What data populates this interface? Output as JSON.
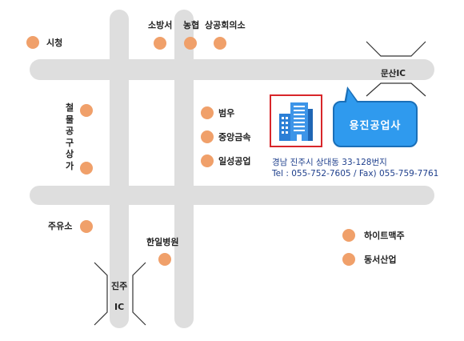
{
  "colors": {
    "road": "#dedede",
    "dot": "#f0a06a",
    "bubble": "#2f9aee",
    "frame": "#d8262a",
    "address": "#1e3f8c"
  },
  "landmarks": {
    "city_hall": "시청",
    "fire_station": "소방서",
    "nonghyup": "농협",
    "chamber": "상공회의소",
    "beomwoo": "범우",
    "jungang": "중앙금속",
    "ilseong": "일성공업",
    "gas_station": "주유소",
    "hanil": "한일병원",
    "hite": "하이트맥주",
    "dongseo": "동서산업",
    "hardware_street": "철물공구상가"
  },
  "ic": {
    "munsan": "문산IC",
    "jinju_top": "진주",
    "jinju_bottom": "IC"
  },
  "company": {
    "name": "용진공업사",
    "icon": "building-icon",
    "address": "경남 진주시 상대동 33-128번지",
    "phone": "Tel : 055-752-7605 / Fax) 055-759-7761"
  }
}
